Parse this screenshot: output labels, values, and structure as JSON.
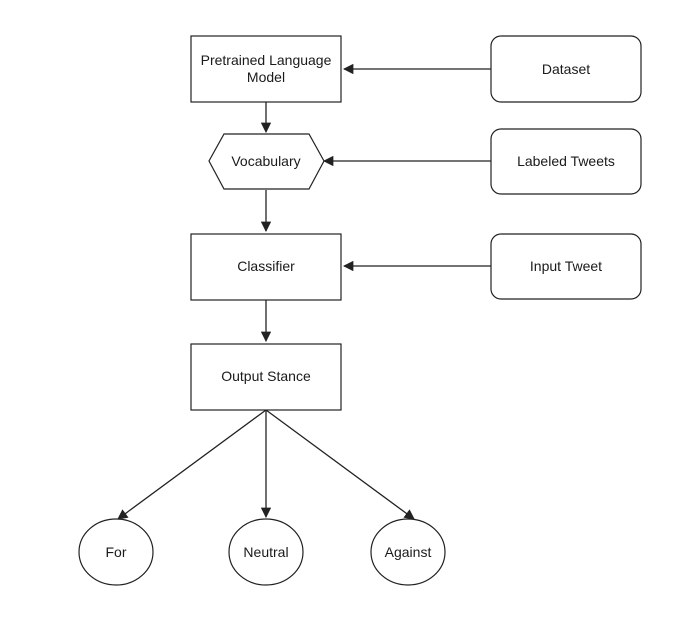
{
  "nodes": {
    "pretrained_model": {
      "line1": "Pretrained Language",
      "line2": "Model"
    },
    "dataset": {
      "label": "Dataset"
    },
    "vocabulary": {
      "label": "Vocabulary"
    },
    "labeled_tweets": {
      "label": "Labeled Tweets"
    },
    "classifier": {
      "label": "Classifier"
    },
    "input_tweet": {
      "label": "Input Tweet"
    },
    "output_stance": {
      "label": "Output Stance"
    },
    "for": {
      "label": "For"
    },
    "neutral": {
      "label": "Neutral"
    },
    "against": {
      "label": "Against"
    }
  },
  "edges": [
    {
      "from": "dataset",
      "to": "pretrained_model"
    },
    {
      "from": "pretrained_model",
      "to": "vocabulary"
    },
    {
      "from": "labeled_tweets",
      "to": "vocabulary"
    },
    {
      "from": "vocabulary",
      "to": "classifier"
    },
    {
      "from": "input_tweet",
      "to": "classifier"
    },
    {
      "from": "classifier",
      "to": "output_stance"
    },
    {
      "from": "output_stance",
      "to": "for"
    },
    {
      "from": "output_stance",
      "to": "neutral"
    },
    {
      "from": "output_stance",
      "to": "against"
    }
  ]
}
